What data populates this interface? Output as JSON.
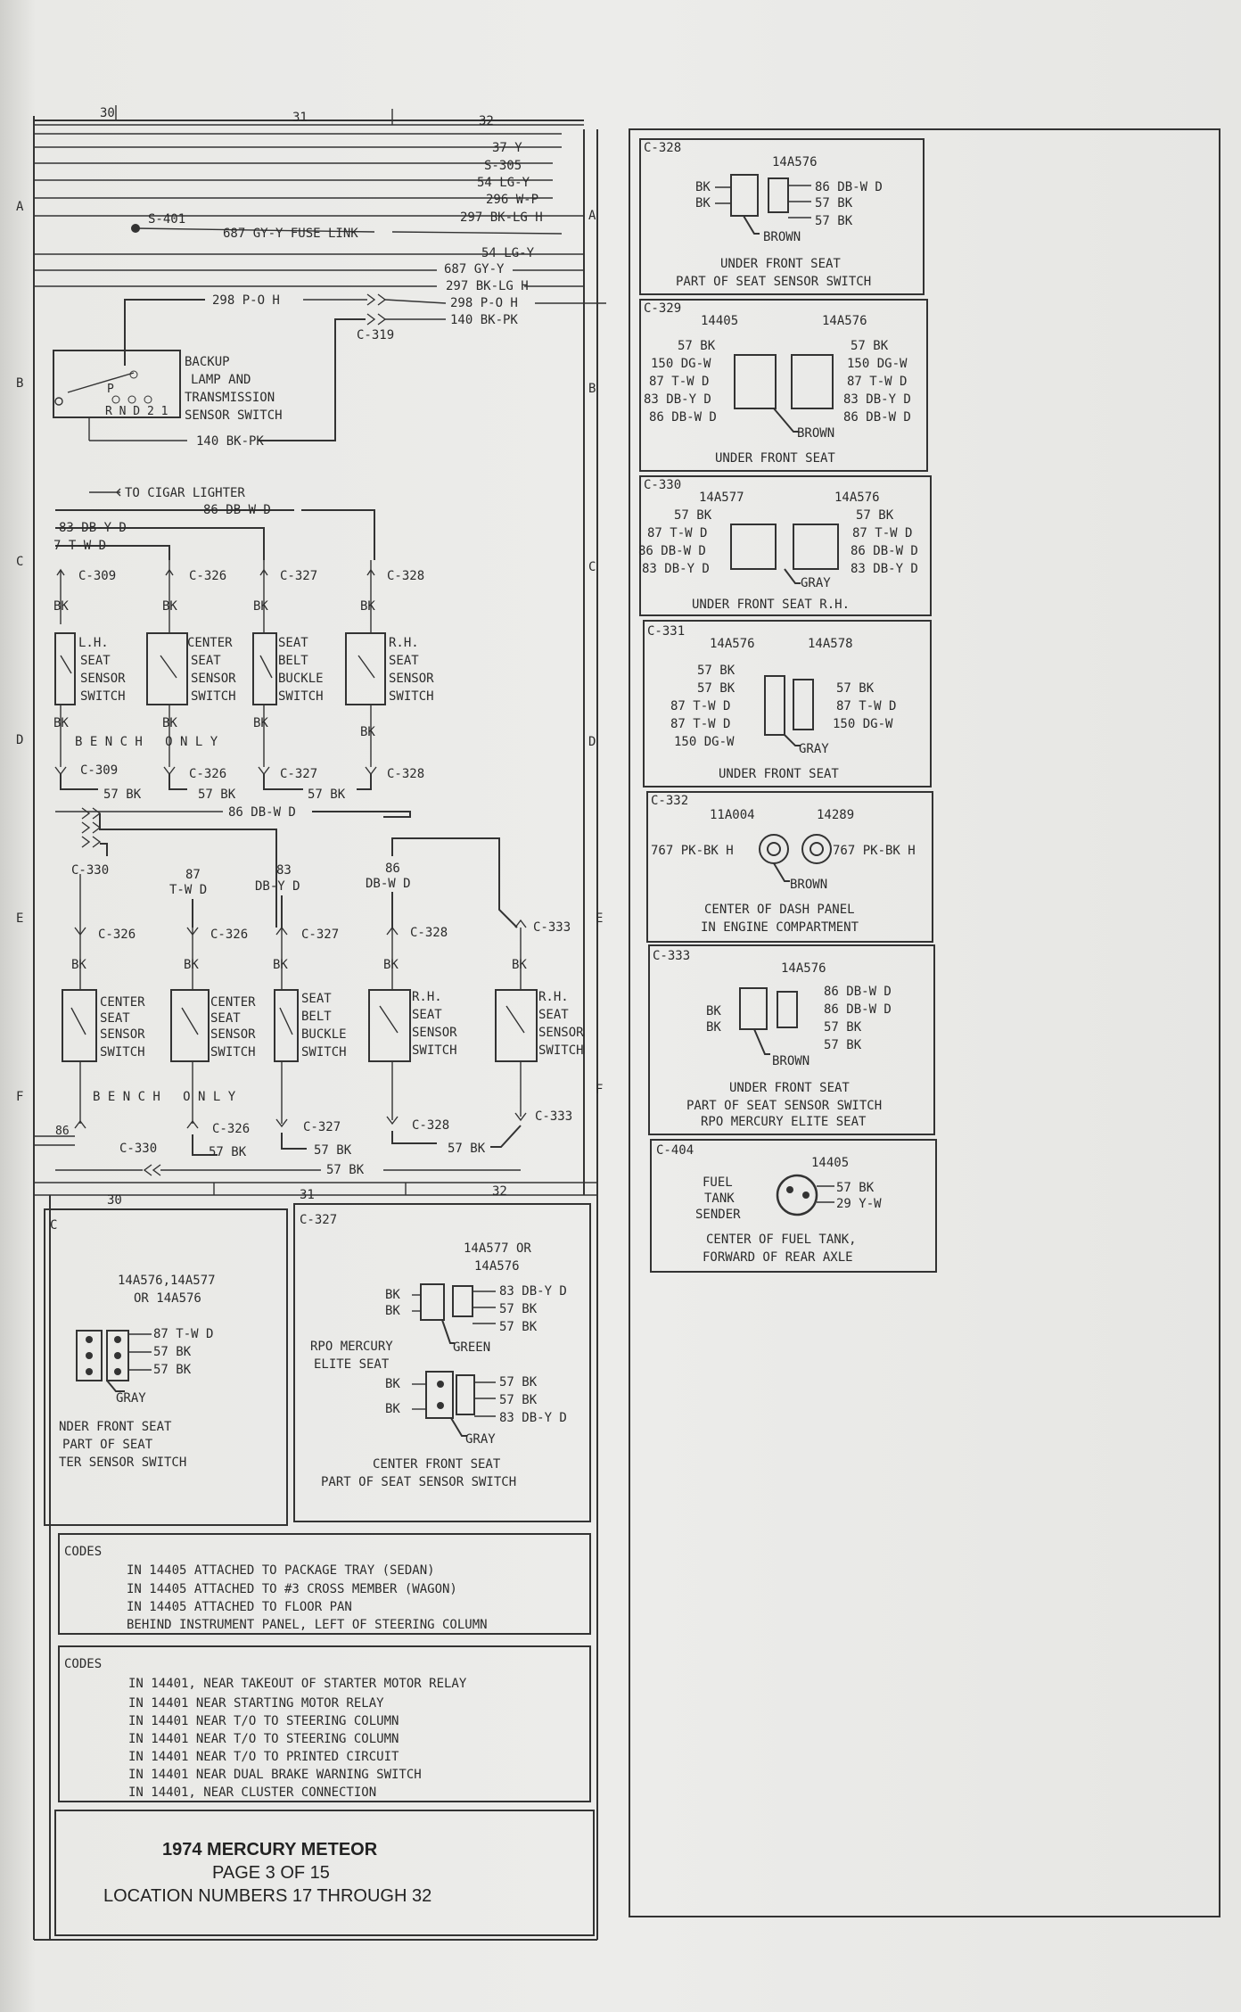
{
  "page": {
    "footer_title": "1974 MERCURY METEOR",
    "footer_page": "PAGE 3 OF 15",
    "footer_locations": "LOCATION NUMBERS 17 THROUGH 32"
  },
  "grid": {
    "columns_top": [
      "30",
      "31",
      "32"
    ],
    "columns_bottom": [
      "30",
      "31",
      "32"
    ],
    "rows": [
      "A",
      "B",
      "C",
      "D",
      "E",
      "F"
    ]
  },
  "wires_top": [
    "37 Y",
    "S-305",
    "54 LG-Y",
    "296 W-P",
    "297 BK-LG H",
    "687 GY-Y FUSE LINK",
    "S-401",
    "54 LG-Y",
    "687 GY-Y",
    "297 BK-LG H",
    "298 P-O H",
    "298 P-O H",
    "140 BK-PK",
    "C-319",
    "140 BK-PK"
  ],
  "backup_switch": {
    "lines": [
      "BACKUP",
      "LAMP AND",
      "TRANSMISSION",
      "SENSOR SWITCH"
    ],
    "positions": "R N D 2 1",
    "p": "P"
  },
  "cigar": "TO CIGAR LIGHTER",
  "upper_group": {
    "wire_86": "86 DB-W D",
    "wire_83": "83 DB-Y D",
    "wire_87": "7 T-W D",
    "conn": [
      "C-309",
      "C-326",
      "C-327",
      "C-328"
    ],
    "bk": "BK",
    "switches": [
      [
        "L.H.",
        "SEAT",
        "SENSOR",
        "SWITCH"
      ],
      [
        "CENTER",
        "SEAT",
        "SENSOR",
        "SWITCH"
      ],
      [
        "SEAT",
        "BELT",
        "BUCKLE",
        "SWITCH"
      ],
      [
        "R.H.",
        "SEAT",
        "SENSOR",
        "SWITCH"
      ]
    ],
    "bench": "B E N C H   O N L Y",
    "conn_low": [
      "C-309",
      "C-326",
      "C-327",
      "C-328"
    ],
    "bk57": "57 BK",
    "wire_86_low": "86 DB-W D"
  },
  "lower_group": {
    "c330": "C-330",
    "w87": [
      "87",
      "T-W D"
    ],
    "w83": [
      "83",
      "DB-Y D"
    ],
    "w86": [
      "86",
      "DB-W D"
    ],
    "conn": [
      "C-326",
      "C-326",
      "C-327",
      "C-328",
      "C-333"
    ],
    "switches": [
      [
        "CENTER",
        "SEAT",
        "SENSOR",
        "SWITCH"
      ],
      [
        "CENTER",
        "SEAT",
        "SENSOR",
        "SWITCH"
      ],
      [
        "SEAT",
        "BELT",
        "BUCKLE",
        "SWITCH"
      ],
      [
        "R.H.",
        "SEAT",
        "SENSOR",
        "SWITCH"
      ],
      [
        "R.H.",
        "SEAT",
        "SENSOR",
        "SWITCH"
      ]
    ],
    "bench": "B E N C H   O N L Y",
    "conn_low": [
      "C-326",
      "C-327",
      "C-328",
      "C-333"
    ],
    "c330_low": "C-330",
    "bk57": "57 BK",
    "n86": "86"
  },
  "connectors": {
    "c328": {
      "id": "C-328",
      "part": "14A576",
      "left": [
        "BK",
        "BK"
      ],
      "right": [
        "86 DB-W D",
        "57 BK",
        "57 BK"
      ],
      "color": "BROWN",
      "loc": [
        "UNDER FRONT SEAT",
        "PART OF SEAT SENSOR SWITCH"
      ]
    },
    "c329": {
      "id": "C-329",
      "parts": [
        "14405",
        "14A576"
      ],
      "left": [
        "57 BK",
        "150 DG-W",
        "87 T-W D",
        "83 DB-Y D",
        "86 DB-W D"
      ],
      "right": [
        "57 BK",
        "150 DG-W",
        "87 T-W D",
        "83 DB-Y D",
        "86 DB-W D"
      ],
      "color": "BROWN",
      "loc": [
        "UNDER FRONT SEAT"
      ]
    },
    "c330": {
      "id": "C-330",
      "parts": [
        "14A577",
        "14A576"
      ],
      "left": [
        "57 BK",
        "87 T-W D",
        "86 DB-W D",
        "83 DB-Y D"
      ],
      "right": [
        "57 BK",
        "87 T-W D",
        "86 DB-W D",
        "83 DB-Y D"
      ],
      "color": "GRAY",
      "loc": [
        "UNDER FRONT SEAT R.H."
      ]
    },
    "c331": {
      "id": "C-331",
      "parts": [
        "14A576",
        "14A578"
      ],
      "left": [
        "57 BK",
        "57 BK",
        "87 T-W D",
        "87 T-W D",
        "150 DG-W"
      ],
      "right": [
        "57 BK",
        "87 T-W D",
        "150 DG-W"
      ],
      "color": "GRAY",
      "loc": [
        "UNDER FRONT SEAT"
      ]
    },
    "c332": {
      "id": "C-332",
      "parts": [
        "11A004",
        "14289"
      ],
      "left": "767 PK-BK H",
      "right": "767 PK-BK H",
      "color": "BROWN",
      "loc": [
        "CENTER OF DASH PANEL",
        "IN ENGINE COMPARTMENT"
      ]
    },
    "c333": {
      "id": "C-333",
      "part": "14A576",
      "left": [
        "BK",
        "BK"
      ],
      "right": [
        "86 DB-W D",
        "86 DB-W D",
        "57 BK",
        "57 BK"
      ],
      "color": "BROWN",
      "loc": [
        "UNDER FRONT SEAT",
        "PART OF SEAT SENSOR SWITCH",
        "RPO MERCURY ELITE SEAT"
      ]
    },
    "c404": {
      "id": "C-404",
      "part": "14405",
      "label": [
        "FUEL",
        "TANK",
        "SENDER"
      ],
      "right": [
        "57 BK",
        "29 Y-W"
      ],
      "loc": [
        "CENTER OF FUEL TANK,",
        "FORWARD OF REAR AXLE"
      ]
    },
    "c326": {
      "parts": [
        "14A576,14A577",
        "OR 14A576"
      ],
      "right": [
        "87 T-W D",
        "57 BK",
        "57 BK"
      ],
      "color": "GRAY",
      "loc": [
        "NDER FRONT SEAT",
        "PART OF SEAT",
        "TER SENSOR SWITCH"
      ]
    },
    "c327": {
      "id": "C-327",
      "parts": [
        "14A577 OR",
        "14A576"
      ],
      "right1": [
        "83 DB-Y D",
        "57 BK",
        "57 BK"
      ],
      "left": [
        "BK",
        "BK"
      ],
      "color1": "GREEN",
      "rpo": [
        "RPO MERCURY",
        "ELITE SEAT"
      ],
      "right2": [
        "57 BK",
        "57 BK",
        "83 DB-Y D"
      ],
      "color2": "GRAY",
      "loc": [
        "CENTER FRONT SEAT",
        "PART OF SEAT SENSOR SWITCH"
      ]
    }
  },
  "codes1": {
    "title": "CODES",
    "lines": [
      "IN 14405 ATTACHED TO PACKAGE TRAY (SEDAN)",
      "IN 14405 ATTACHED TO #3 CROSS MEMBER (WAGON)",
      "IN 14405 ATTACHED TO FLOOR PAN",
      "BEHIND INSTRUMENT PANEL, LEFT OF STEERING COLUMN"
    ]
  },
  "codes2": {
    "title": "CODES",
    "lines": [
      "IN 14401, NEAR TAKEOUT OF STARTER MOTOR RELAY",
      "IN 14401 NEAR STARTING MOTOR RELAY",
      "IN 14401 NEAR T/O TO STEERING COLUMN",
      "IN 14401 NEAR T/O TO STEERING COLUMN",
      "IN 14401 NEAR T/O TO PRINTED CIRCUIT",
      "IN 14401 NEAR DUAL BRAKE WARNING SWITCH",
      "IN 14401, NEAR CLUSTER CONNECTION"
    ]
  }
}
